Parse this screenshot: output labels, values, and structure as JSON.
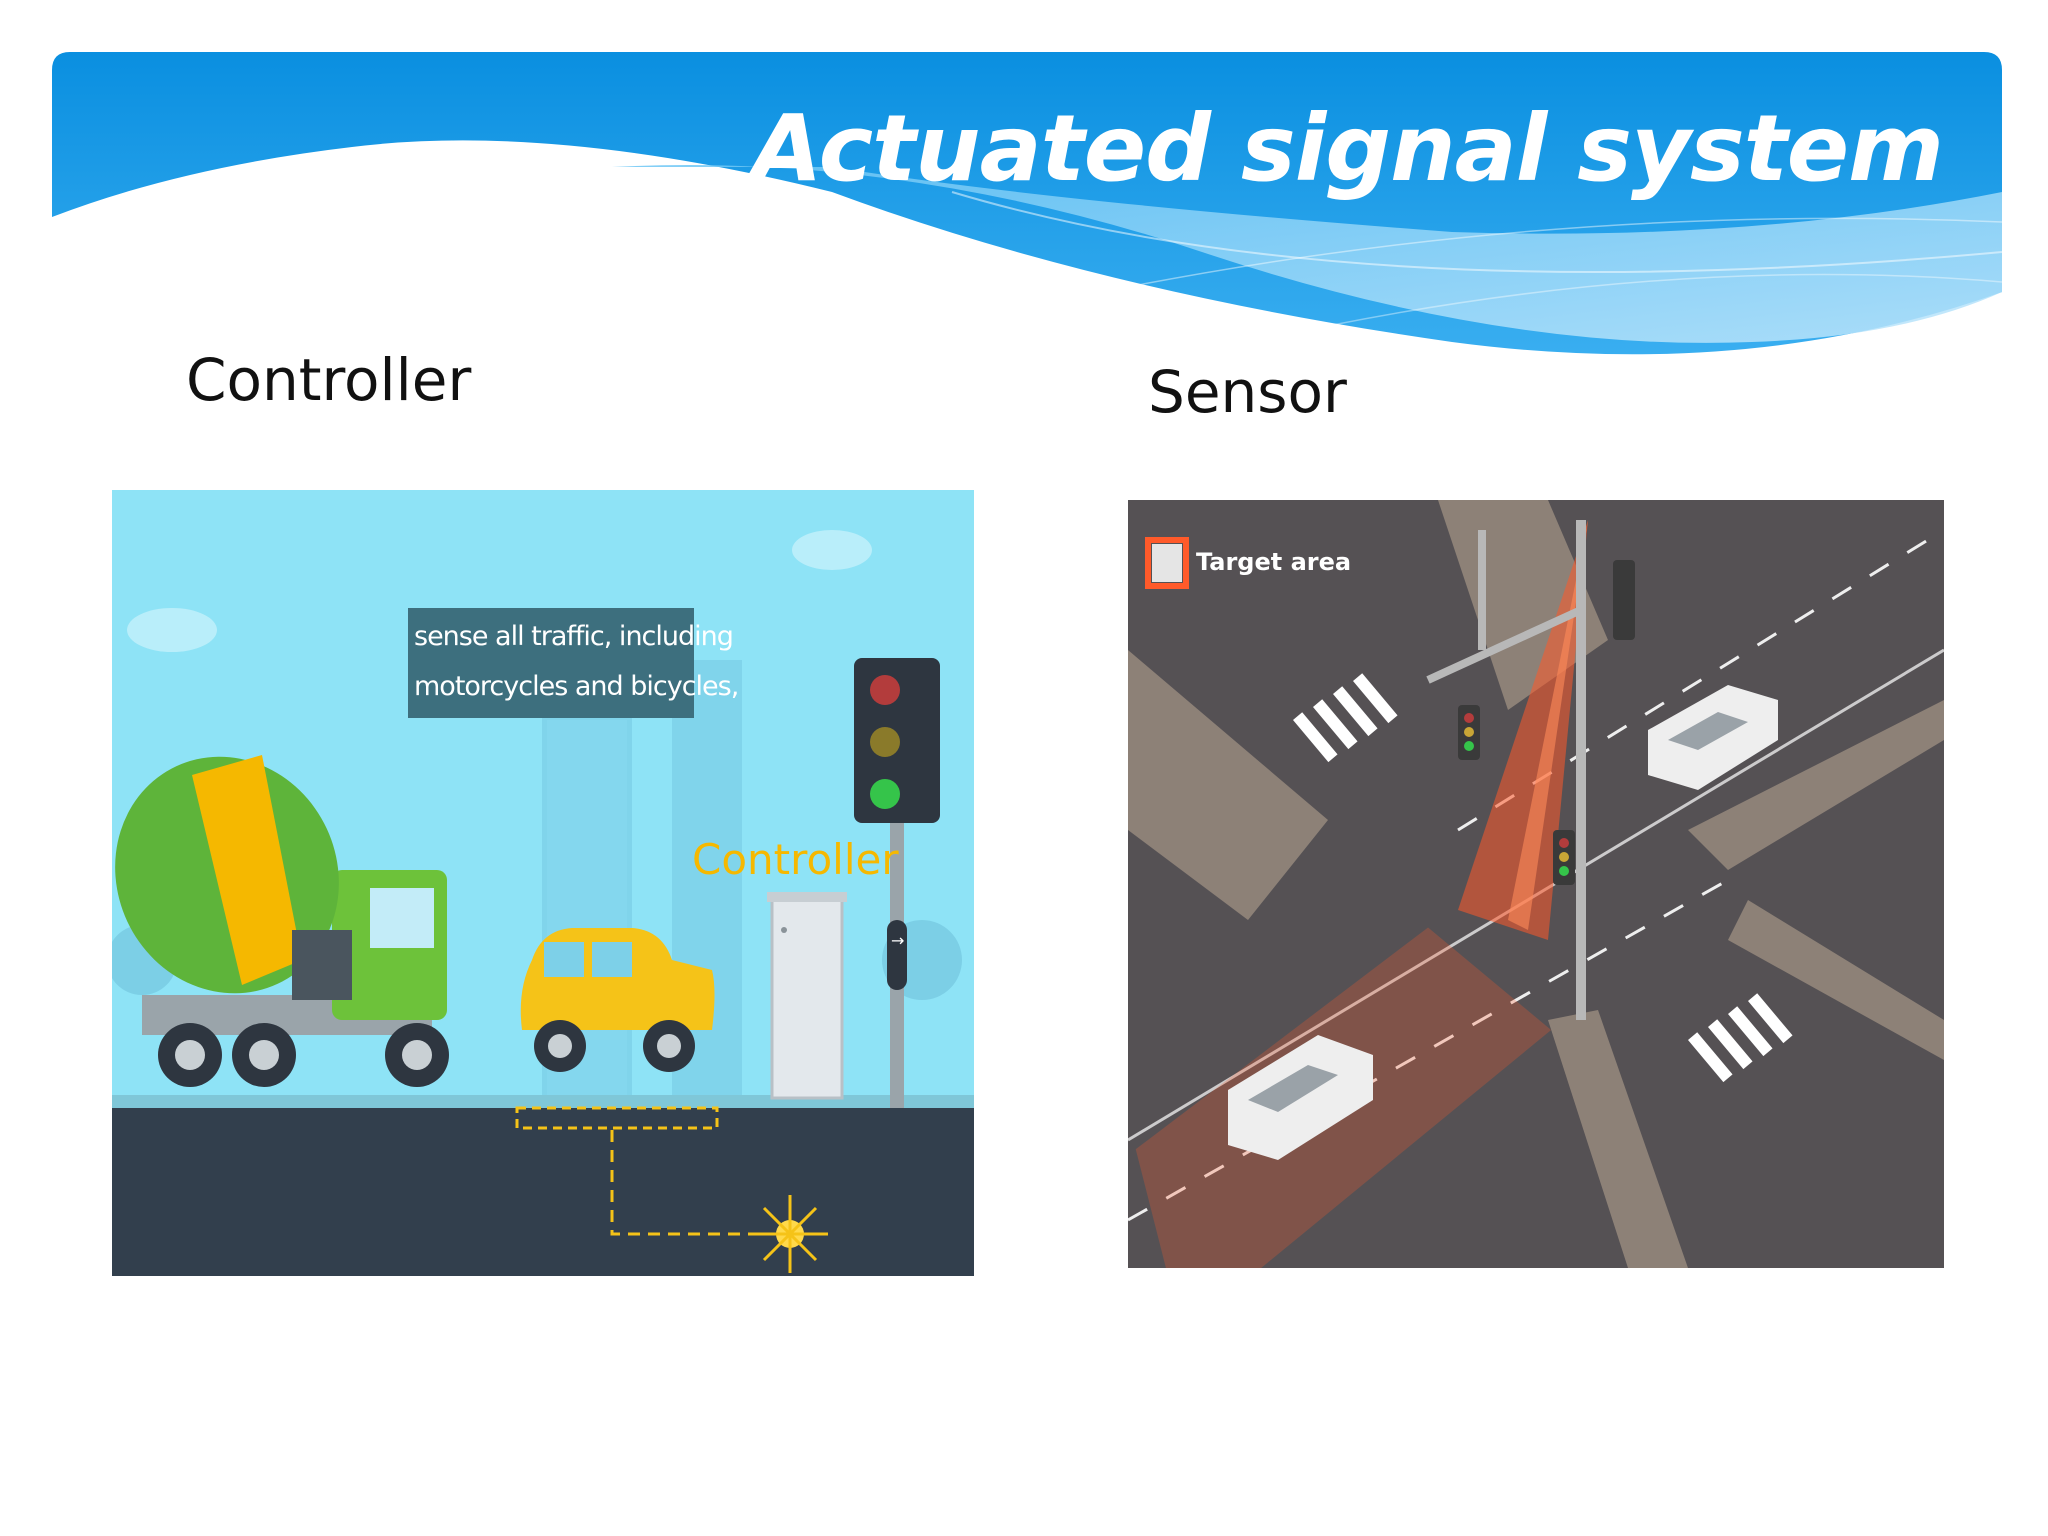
{
  "slide": {
    "title": "Actuated signal system",
    "left_heading": "Controller",
    "right_heading": "Sensor"
  },
  "controller_image": {
    "caption_line1": "sense all traffic, including",
    "caption_line2": "motorcycles and bicycles,",
    "overlay_label": "Controller"
  },
  "sensor_image": {
    "legend_label": "Target area"
  },
  "colors": {
    "banner_top": "#0a8fe0",
    "banner_light": "#9fd8f7",
    "sky": "#8ee3f6",
    "road": "#323f4d",
    "overlay_label": "#f5b800",
    "sensor_beam": "#ff5a2a",
    "asphalt": "#555154"
  }
}
